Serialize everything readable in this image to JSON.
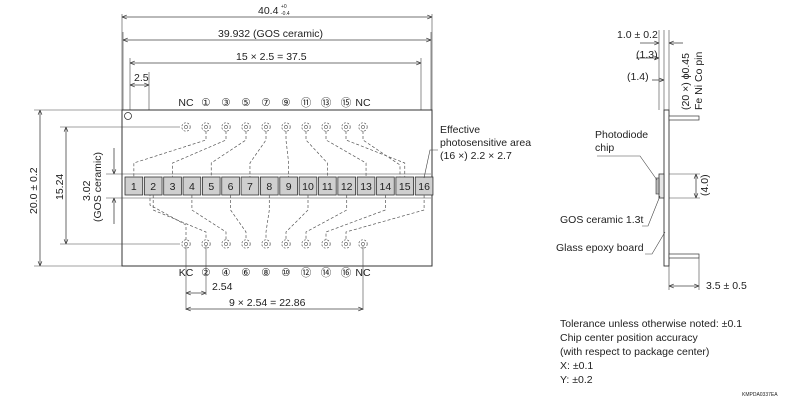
{
  "front_view": {
    "dim_total_width": "40.4",
    "dim_total_width_tol_upper": "+0",
    "dim_total_width_tol_lower": "-0.4",
    "dim_ceramic_width": "39.932 (GOS ceramic)",
    "dim_pitch_chips": "15 × 2.5 = 37.5",
    "dim_first_offset": "2.5",
    "dim_height": "20.0 ± 0.2",
    "dim_inner_height": "15.24",
    "dim_ceramic_height": "3.02",
    "dim_ceramic_height_note": "(GOS ceramic)",
    "dim_pin_offset": "2.54",
    "dim_pin_pitch": "9 × 2.54 = 22.86",
    "chips": [
      "1",
      "2",
      "3",
      "4",
      "5",
      "6",
      "7",
      "8",
      "9",
      "10",
      "11",
      "12",
      "13",
      "14",
      "15",
      "16"
    ],
    "top_pin_labels": [
      "NC",
      "①",
      "③",
      "⑤",
      "⑦",
      "⑨",
      "⑪",
      "⑬",
      "⑮",
      "NC"
    ],
    "bottom_pin_labels": [
      "KC",
      "②",
      "④",
      "⑥",
      "⑧",
      "⑩",
      "⑫",
      "⑭",
      "⑯",
      "NC"
    ],
    "bottom_kc_label": "KC",
    "effective_area_label_line1": "Effective",
    "effective_area_label_line2": "photosensitive area",
    "effective_area_label_line3": "(16 ×) 2.2 × 2.7"
  },
  "side_view": {
    "dim_thickness": "1.0 ± 0.2",
    "dim_13": "(1.3)",
    "dim_14": "(1.4)",
    "dim_pin": "(20 ×) ϕ0.45",
    "dim_pin_material": "Fe Ni Co pin",
    "dim_40": "(4.0)",
    "dim_35": "3.5 ± 0.5",
    "label_photodiode_line1": "Photodiode",
    "label_photodiode_line2": "chip",
    "label_gos": "GOS ceramic 1.3t",
    "label_glass": "Glass epoxy board"
  },
  "notes": {
    "tolerance": "Tolerance unless otherwise noted: ±0.1",
    "accuracy_line1": "Chip center position accuracy",
    "accuracy_line2": "(with respect to package center)",
    "x_tol": "X: ±0.1",
    "y_tol": "Y: ±0.2",
    "drawing_code": "KMPDA0337EA"
  }
}
